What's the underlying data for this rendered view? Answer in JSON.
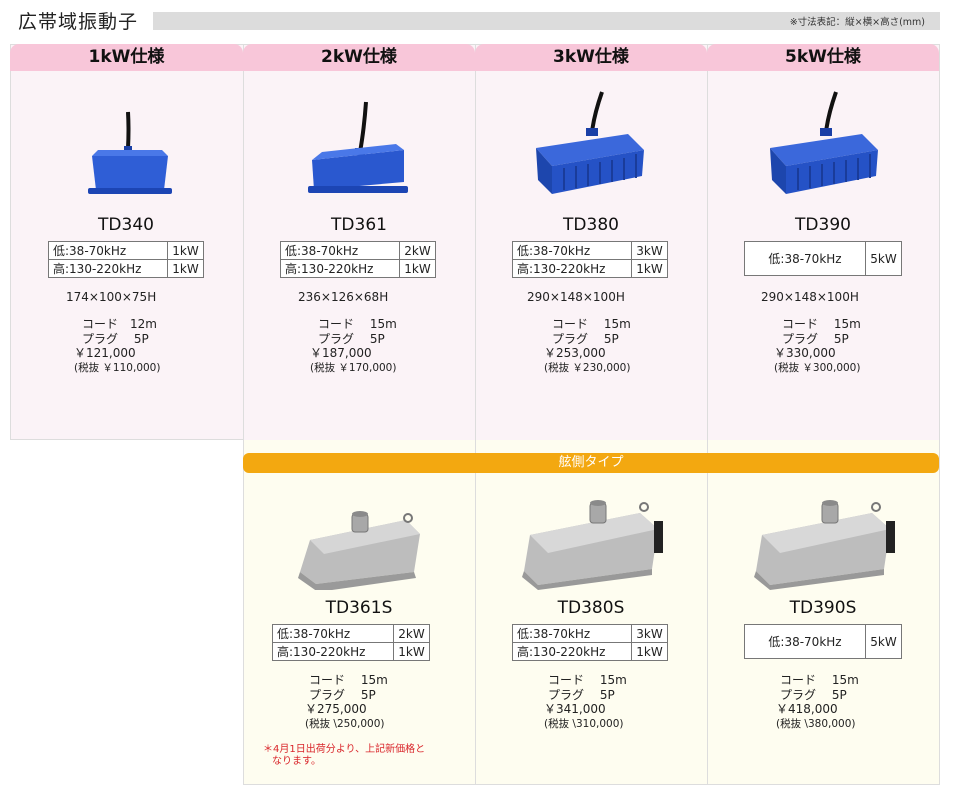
{
  "header": {
    "title": "広帯域振動子",
    "dim_note": "※寸法表記：縦×横×高さ(mm)"
  },
  "section_side": "舷側タイプ",
  "columns": [
    {
      "head": "1kW仕様"
    },
    {
      "head": "2kW仕様"
    },
    {
      "head": "3kW仕様"
    },
    {
      "head": "5kW仕様"
    }
  ],
  "products": {
    "td340": {
      "model": "TD340",
      "spec_rows": [
        [
          "低:38-70kHz",
          "1kW"
        ],
        [
          "高:130-220kHz",
          "1kW"
        ]
      ],
      "dims": "174×100×75H",
      "cord": "コード　12m",
      "plug": "プラグ　 5P",
      "price": "￥121,000",
      "price_tax": "(税抜 ￥110,000)"
    },
    "td361": {
      "model": "TD361",
      "spec_rows": [
        [
          "低:38-70kHz",
          "2kW"
        ],
        [
          "高:130-220kHz",
          "1kW"
        ]
      ],
      "dims": "236×126×68H",
      "cord": "コード　 15m",
      "plug": "プラグ　 5P",
      "price": "￥187,000",
      "price_tax": "(税抜 ￥170,000)"
    },
    "td380": {
      "model": "TD380",
      "spec_rows": [
        [
          "低:38-70kHz",
          "3kW"
        ],
        [
          "高:130-220kHz",
          "1kW"
        ]
      ],
      "dims": "290×148×100H",
      "cord": "コード　 15m",
      "plug": "プラグ　 5P",
      "price": "￥253,000",
      "price_tax": "(税抜 ￥230,000)"
    },
    "td390": {
      "model": "TD390",
      "spec_rows": [
        [
          "低:38-70kHz",
          "5kW"
        ]
      ],
      "dims": "290×148×100H",
      "cord": "コード　 15m",
      "plug": "プラグ　 5P",
      "price": "￥330,000",
      "price_tax": "(税抜 ￥300,000)"
    },
    "td361s": {
      "model": "TD361S",
      "spec_rows": [
        [
          "低:38-70kHz",
          "2kW"
        ],
        [
          "高:130-220kHz",
          "1kW"
        ]
      ],
      "cord": "コード　 15m",
      "plug": "プラグ　 5P",
      "price": "￥275,000",
      "price_tax": "(税抜 \\250,000)"
    },
    "td380s": {
      "model": "TD380S",
      "spec_rows": [
        [
          "低:38-70kHz",
          "3kW"
        ],
        [
          "高:130-220kHz",
          "1kW"
        ]
      ],
      "cord": "コード　 15m",
      "plug": "プラグ　 5P",
      "price": "￥341,000",
      "price_tax": "(税抜 \\310,000)"
    },
    "td390s": {
      "model": "TD390S",
      "spec_rows": [
        [
          "低:38-70kHz",
          "5kW"
        ]
      ],
      "cord": "コード　 15m",
      "plug": "プラグ　 5P",
      "price": "￥418,000",
      "price_tax": "(税抜 \\380,000)"
    }
  },
  "note_line1": "＊4月1日出荷分より、上記新価格と",
  "note_line2": "なります。",
  "colors": {
    "pink_head": "#f8c6d9",
    "pink_bg": "#fbf3f7",
    "orange": "#f3a810",
    "cream": "#fefdf0",
    "transducer_blue": "#2850b8",
    "note_red": "#d9252a"
  }
}
